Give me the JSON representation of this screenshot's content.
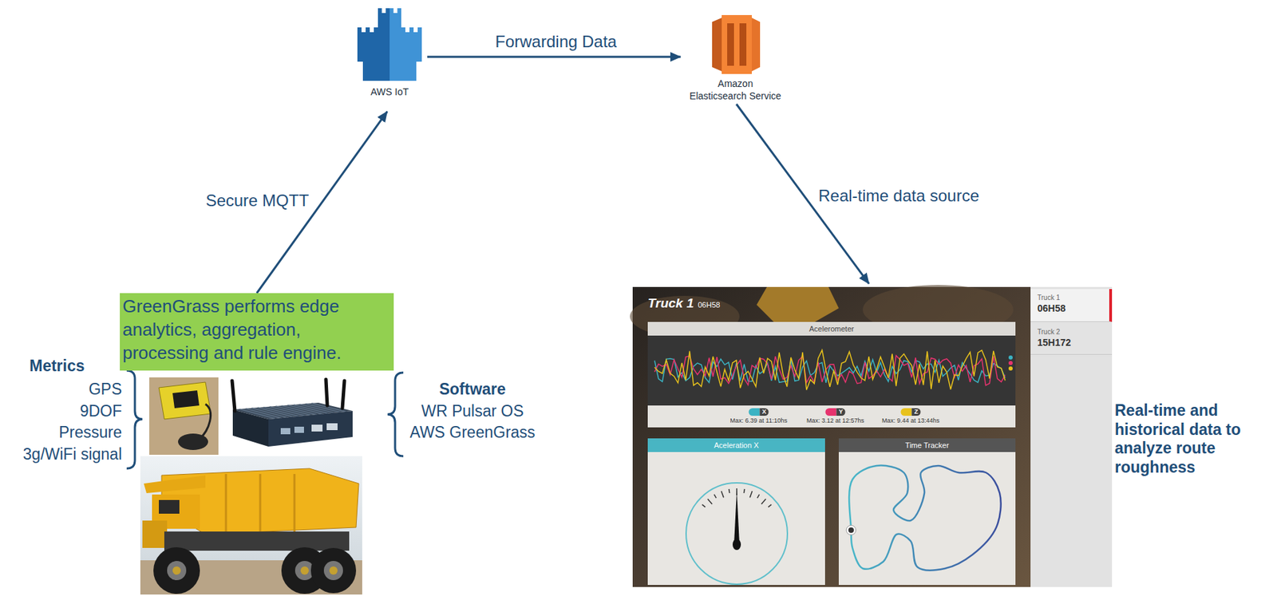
{
  "diagram": {
    "nodes": [
      {
        "text": [
          "AWS IoT"
        ]
      },
      {
        "text": [
          "Amazon Elasticsearch Service"
        ]
      },
      {
        "text": [
          "GreenGrass performs edge analytics, aggregation, processing and rule engine."
        ]
      },
      {
        "text": [
          "Truck 1",
          "06H58"
        ]
      },
      {
        "text": [
          "Acelerometer"
        ],
        "in": 3
      },
      {
        "text": [
          "Aceleration X"
        ],
        "in": 3
      },
      {
        "text": [
          "Time Tracker"
        ],
        "in": 3
      },
      {
        "text": [
          "Truck 1",
          "06H58"
        ]
      },
      {
        "text": [
          "Truck 2",
          "15H172"
        ]
      }
    ],
    "edges": [
      {
        "from": 2,
        "to": 0,
        "arrow": "to",
        "label": "Secure MQTT"
      },
      {
        "from": 0,
        "to": 1,
        "arrow": "to",
        "label": "Forwarding Data"
      },
      {
        "from": 1,
        "to": 3,
        "arrow": "to",
        "label": "Real-time data source"
      }
    ],
    "labels": [
      "Metrics",
      "GPS",
      "9DOF",
      "Pressure",
      "3g/WiFi signal",
      "Software",
      "WR Pulsar OS",
      "AWS GreenGrass",
      "Max: 6.39 at 11:10hs",
      "Max: 3.12 at 12:57hs",
      "Max: 9.44 at 13:44hs",
      "Real-time and historical data to analyze route roughness"
    ],
    "legend": [
      {
        "text": "X",
        "color": "#3bb3c3"
      },
      {
        "text": "Y",
        "color": "#e6336e"
      },
      {
        "text": "Z",
        "color": "#e8c21c"
      }
    ]
  }
}
